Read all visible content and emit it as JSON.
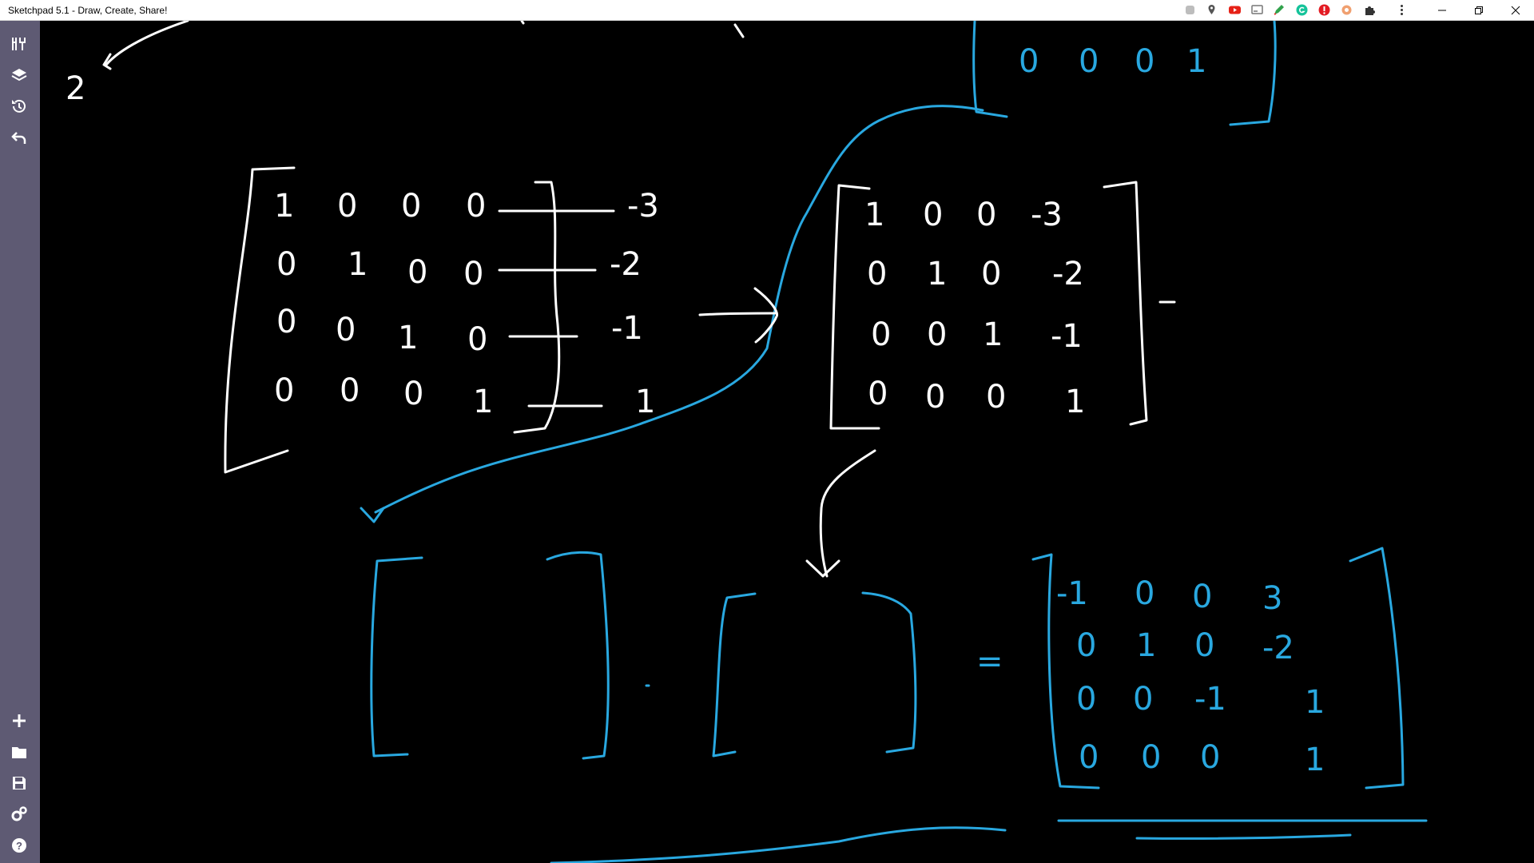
{
  "window": {
    "title": "Sketchpad 5.1 - Draw, Create, Share!"
  },
  "toolbar_top": [
    {
      "name": "tools-icon"
    },
    {
      "name": "layers-icon"
    },
    {
      "name": "history-icon"
    },
    {
      "name": "undo-icon"
    }
  ],
  "toolbar_bottom": [
    {
      "name": "add-icon"
    },
    {
      "name": "folder-icon"
    },
    {
      "name": "save-icon"
    },
    {
      "name": "settings-icon"
    },
    {
      "name": "help-icon"
    }
  ],
  "extensions": [
    "extension-gray-icon",
    "map-pin-icon",
    "youtube-icon",
    "cast-icon",
    "pen-icon",
    "grammarly-icon",
    "red-extension-icon",
    "orange-extension-icon",
    "puzzle-icon",
    "menu-dots-icon"
  ],
  "colors": {
    "sidebar": "#5e5a73",
    "canvas": "#000000",
    "ink_white": "#ffffff",
    "ink_blue": "#29a8e0"
  },
  "canvas_notes": {
    "top_left_digit": "2",
    "top_right_matrix_row": [
      "0",
      "0",
      "0",
      "1"
    ],
    "matrix_a": [
      [
        "1",
        "0",
        "0",
        "0",
        "-3"
      ],
      [
        "0",
        "1",
        "0",
        "0",
        "-2"
      ],
      [
        "0",
        "0",
        "1",
        "0",
        "-1"
      ],
      [
        "0",
        "0",
        "0",
        "1",
        "1"
      ]
    ],
    "matrix_b": [
      [
        "1",
        "0",
        "0",
        "-3"
      ],
      [
        "0",
        "1",
        "0",
        "-2"
      ],
      [
        "0",
        "0",
        "1",
        "-1"
      ],
      [
        "0",
        "0",
        "0",
        "1"
      ]
    ],
    "equals_sign": "=",
    "matrix_c": [
      [
        "-1",
        "0",
        "0",
        "3"
      ],
      [
        "0",
        "1",
        "0",
        "-2"
      ],
      [
        "0",
        "0",
        "-1",
        "1"
      ],
      [
        "0",
        "0",
        "0",
        "1"
      ]
    ]
  }
}
